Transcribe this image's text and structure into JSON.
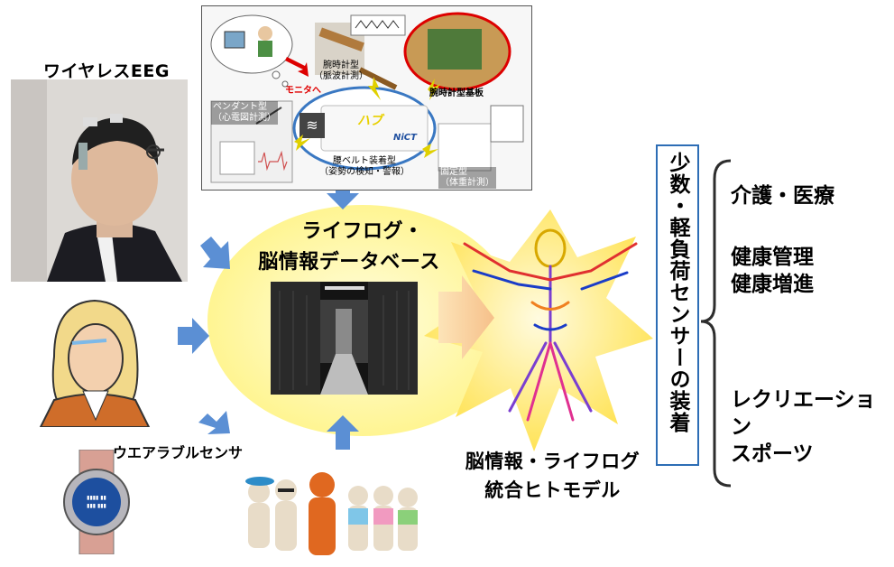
{
  "labels": {
    "wireless_eeg": "ワイヤレスEEG",
    "wearable_sensor": "ウエアラブルセンサ",
    "database_line1": "ライフログ・",
    "database_line2": "脳情報データベース",
    "model_line1": "脳情報・ライフログ",
    "model_line2": "統合ヒトモデル",
    "vertical_banner": "少数・軽負荷センサーの装着"
  },
  "hub_panel": {
    "monitor": "モニタへ",
    "watch_type_line1": "腕時計型",
    "watch_type_line2": "（脈波計測）",
    "watch_board": "腕時計型基板",
    "pendant_line1": "ペンダント型",
    "pendant_line2": "（心電図計測）",
    "hub": "ハブ",
    "hub_brand": "NiCT",
    "belt_line1": "腰ベルト装着型",
    "belt_line2": "（姿勢の検知・警報）",
    "fixed_line1": "固定型",
    "fixed_line2": "（体重計測）"
  },
  "applications": {
    "item1": "介護・医療",
    "item2_line1": "健康管理",
    "item2_line2": "健康増進",
    "item3": "レクリエーション",
    "item4": "スポーツ"
  },
  "colors": {
    "arrow_blue": "#5b8fd4",
    "ellipse_yellow": "#fff7a0",
    "star_yellow": "#ffe34d",
    "banner_border": "#2d6db5",
    "hub_ring": "#3a78c2",
    "red_text": "#e00000"
  }
}
